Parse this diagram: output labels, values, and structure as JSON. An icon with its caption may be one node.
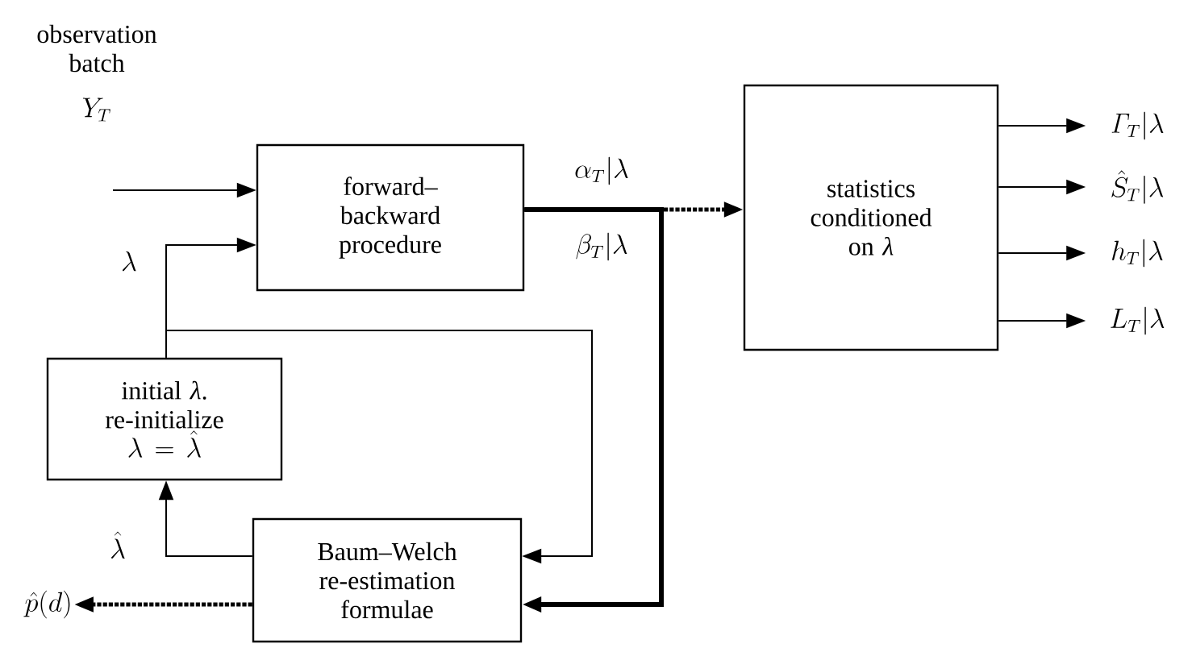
{
  "diagram": {
    "nodes": [
      {
        "text": [
          "forward–backward procedure"
        ]
      },
      {
        "text": [
          "statistics conditioned on *λ*"
        ]
      },
      {
        "text": [
          "\\mathit{\\Gamma}_T|\\lambda"
        ]
      },
      {
        "text": [
          "\\hat{S}_T|\\lambda"
        ]
      },
      {
        "text": [
          "h_T|\\lambda"
        ]
      },
      {
        "text": [
          "L_T|\\lambda"
        ]
      },
      {
        "text": [
          "initial *λ*. re-initialize",
          "\\lambda = \\hat{\\lambda}"
        ]
      },
      {
        "text": [
          "Baum–Welch re-estimation formulae"
        ]
      },
      {
        "text": [
          "\\hat{p}(d)"
        ]
      }
    ],
    "edges": [
      {
        "from": null,
        "to": 0,
        "arrow": "to"
      },
      {
        "from": 6,
        "to": 0,
        "arrow": "to",
        "label": "\\lambda"
      },
      {
        "from": 6,
        "to": 7,
        "arrow": "to"
      },
      {
        "from": 0,
        "to": 1,
        "arrow": "to",
        "label": "\\alpha_T|\\lambda",
        "style": "dashed"
      },
      {
        "from": 0,
        "to": 7,
        "arrow": "to",
        "label": "\\beta_T|\\lambda",
        "style": "thick"
      },
      {
        "from": 7,
        "to": 6,
        "arrow": "to",
        "label": "\\hat{\\lambda}"
      },
      {
        "from": 7,
        "to": 8,
        "arrow": "to",
        "style": "dashed"
      },
      {
        "from": 1,
        "to": 2,
        "arrow": "to"
      },
      {
        "from": 1,
        "to": 3,
        "arrow": "to"
      },
      {
        "from": 1,
        "to": 4,
        "arrow": "to"
      },
      {
        "from": 1,
        "to": 5,
        "arrow": "to"
      }
    ],
    "labels": [
      "observation batch",
      "Y_T"
    ]
  }
}
